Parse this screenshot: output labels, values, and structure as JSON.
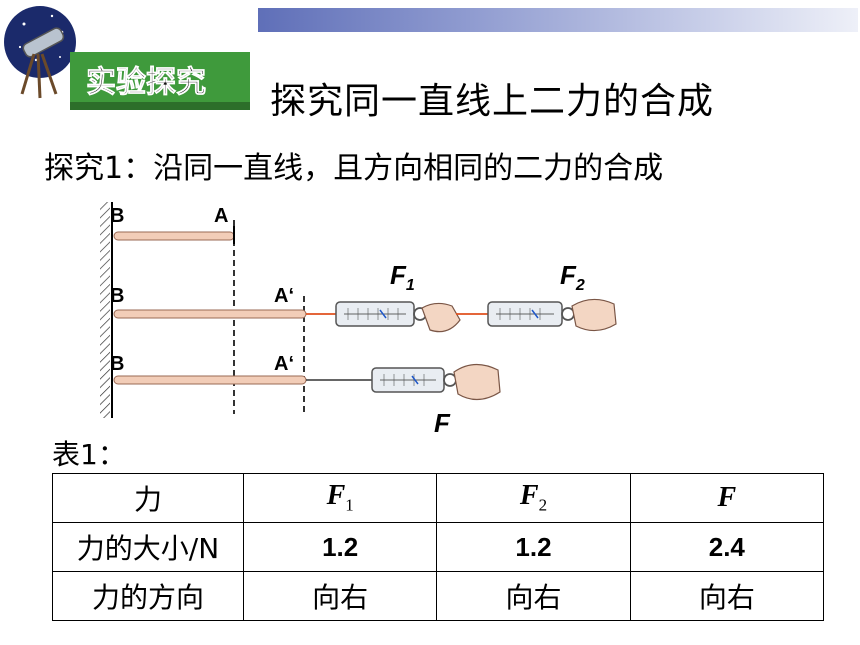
{
  "header": {
    "logo_text": "实验探究",
    "title": "探究同一直线上二力的合成"
  },
  "subtitle": "探究1：沿同一直线，且方向相同的二力的合成",
  "diagram": {
    "row1": {
      "left": "B",
      "right": "A"
    },
    "row2": {
      "left": "B",
      "right": "A‘",
      "force1_base": "F",
      "force1_sub": "1",
      "force2_base": "F",
      "force2_sub": "2"
    },
    "row3": {
      "left": "B",
      "right": "A‘",
      "force": "F"
    }
  },
  "table_label": "表1：",
  "table": {
    "header": {
      "c0": "力",
      "c1_base": "F",
      "c1_sub": "1",
      "c2_base": "F",
      "c2_sub": "2",
      "c3": "F"
    },
    "row_magnitude": {
      "label": "力的大小/N",
      "f1": "1.2",
      "f2": "1.2",
      "f": "2.4"
    },
    "row_direction": {
      "label": "力的方向",
      "f1": "向右",
      "f2": "向右",
      "f": "向右"
    }
  },
  "colors": {
    "gradient_start": "#5f6fb8",
    "logo_green": "#3f9a3c",
    "rod_fill": "#f2cdb8",
    "string": "#e0501e"
  }
}
